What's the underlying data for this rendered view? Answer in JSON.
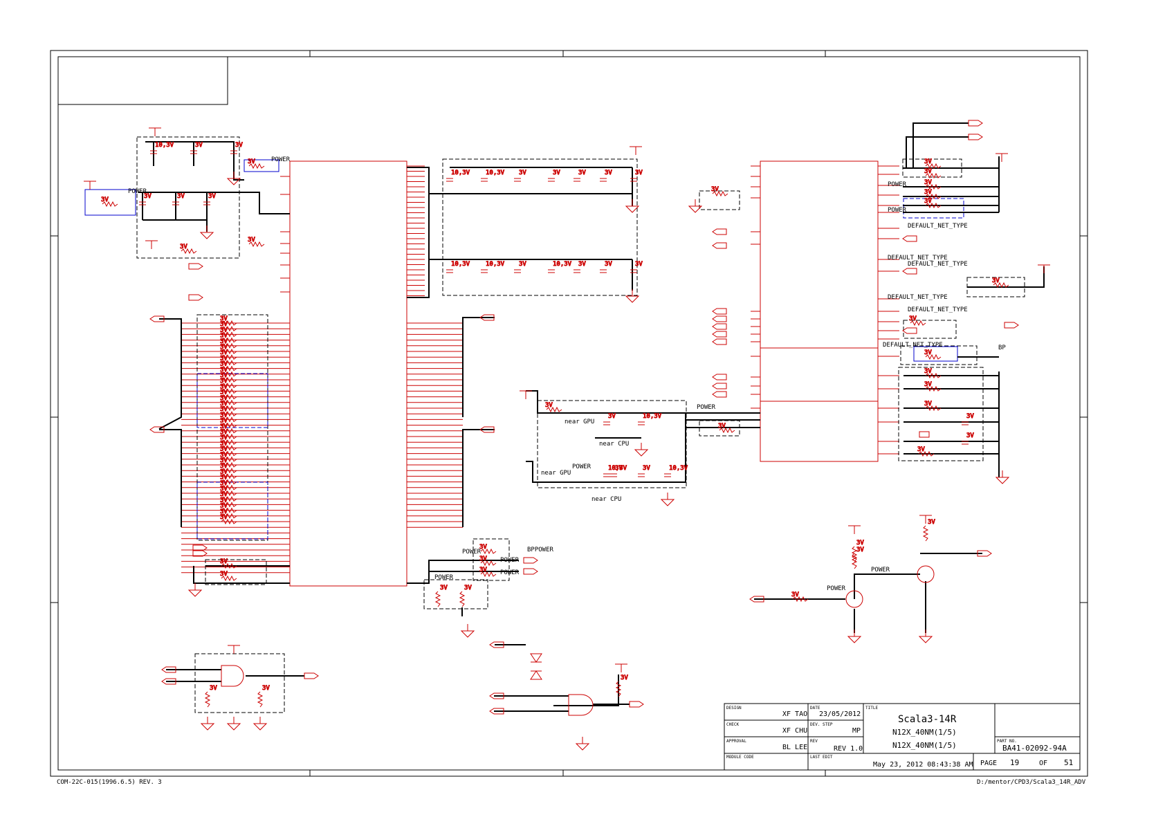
{
  "footer": {
    "form_code": "COM-22C-015(1996.6.5) REV. 3",
    "file_path": "D:/mentor/CPD3/Scala3_14R_ADV"
  },
  "title_block": {
    "design_label": "DESIGN",
    "design_value": "XF TAO",
    "check_label": "CHECK",
    "check_value": "XF CHU",
    "approval_label": "APPROVAL",
    "approval_value": "BL LEE",
    "module_code_label": "MODULE CODE",
    "date_label": "DATE",
    "date_value": "23/05/2012",
    "dev_step_label": "DEV. STEP",
    "dev_step_value": "MP",
    "rev_label": "REV",
    "rev_value": "REV 1.0",
    "last_edit_label": "LAST EDIT",
    "last_edit_value": "May 23, 2012 08:43:38 AM",
    "title_label": "TITLE",
    "title_value": "Scala3-14R",
    "subtitle_1": "N12X_40NM(1/5)",
    "subtitle_2": "N12X_40NM(1/5)",
    "part_no_label": "PART NO.",
    "part_no_value": "BA41-02092-94A",
    "page_label": "PAGE",
    "page_value": "19",
    "of_label": "OF",
    "of_value": "51"
  },
  "net_labels": {
    "power": "POWER",
    "default_net_type": "DEFAULT_NET_TYPE",
    "near_gpu": "near GPU",
    "near_cpu": "near CPU",
    "cap_3v": "3V",
    "cap_10v": "10,3V",
    "bp": "BP",
    "bp_power": "BPPOWER",
    "res_3v": "3V",
    "sv": "3V"
  },
  "colors": {
    "frame": "#000000",
    "schematic": "#cc0000",
    "wire": "#000000",
    "group_box": "#000000",
    "highlight_box": "#0000cc",
    "background": "#ffffff"
  }
}
